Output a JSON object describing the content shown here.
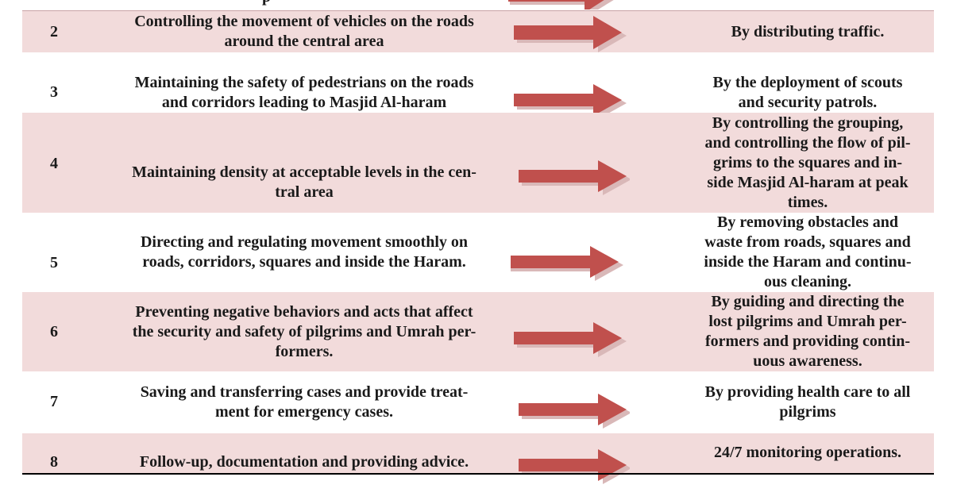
{
  "table": {
    "partial_top_text": "p",
    "rows": [
      {
        "number": "2",
        "task": "Controlling the movement of vehicles on the roads\naround the central area",
        "method": "By distributing traffic."
      },
      {
        "number": "3",
        "task": "Maintaining the safety of pedestrians on the roads\nand corridors leading to Masjid Al-haram",
        "method": "By the deployment of scouts\nand security patrols."
      },
      {
        "number": "4",
        "task": "Maintaining density at acceptable levels in the cen-\ntral area",
        "method": "By controlling the grouping,\nand controlling the flow of pil-\ngrims to the squares and in-\nside Masjid Al-haram at peak\ntimes."
      },
      {
        "number": "5",
        "task": "Directing and regulating movement smoothly on\nroads, corridors, squares and inside the Haram.",
        "method": "By removing obstacles and\nwaste from roads, squares and\ninside the Haram and continu-\nous cleaning."
      },
      {
        "number": "6",
        "task": "Preventing negative behaviors and acts that affect\nthe security and safety of pilgrims and Umrah per-\nformers.",
        "method": "By guiding and directing the\nlost pilgrims and Umrah per-\nformers and providing contin-\nuous awareness."
      },
      {
        "number": "7",
        "task": "Saving and transferring cases and provide treat-\nment for emergency cases.",
        "method": "By providing health care to all\npilgrims"
      },
      {
        "number": "8",
        "task": "Follow-up, documentation and providing advice.",
        "method": "24/7 monitoring operations."
      }
    ]
  },
  "colors": {
    "shaded_row": "#f2dbdb",
    "arrow_fill": "#c0504d",
    "arrow_shadow": "#d9b8b8"
  }
}
